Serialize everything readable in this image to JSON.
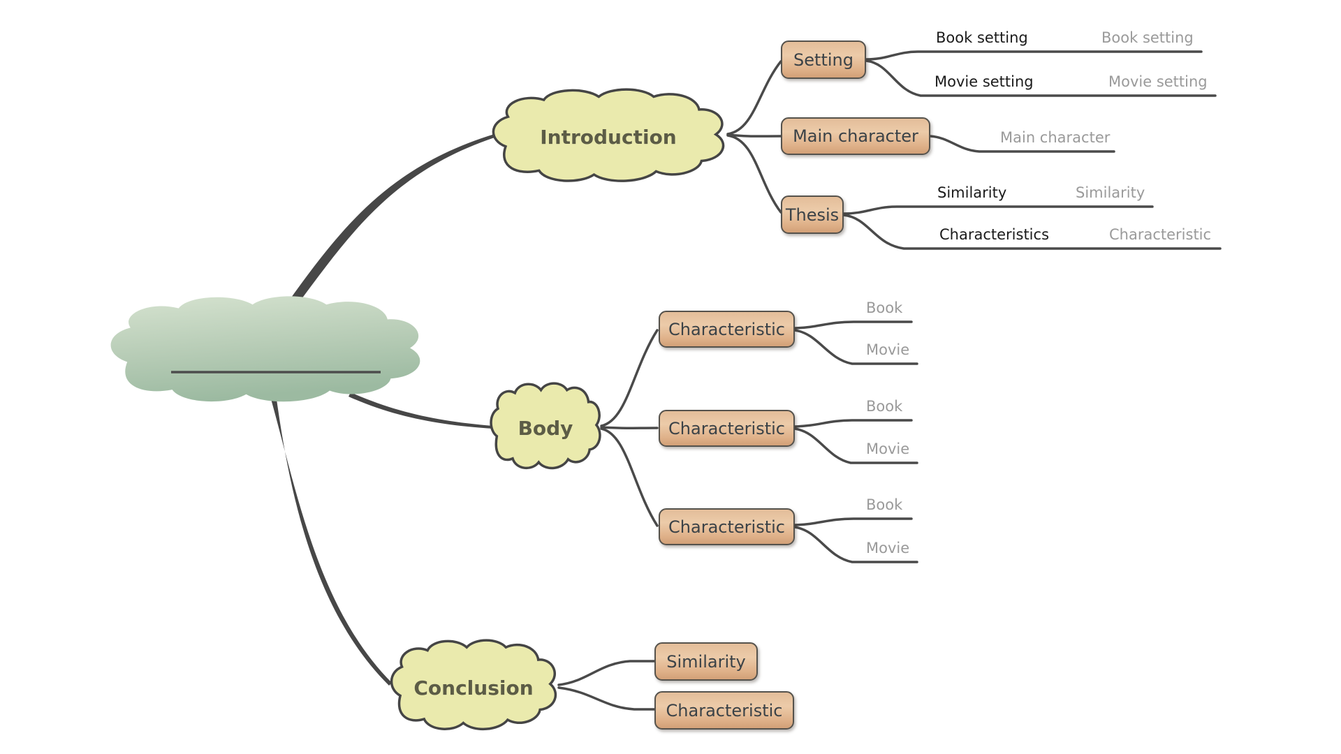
{
  "app": {
    "type": "mind-map-essay-outline"
  },
  "colors": {
    "background": "#ffffff",
    "root_cloud_top": "#d3e2cd",
    "root_cloud_bottom": "#9cbaa1",
    "branch_cloud_fill": "#eaeaad",
    "cloud_border": "#454545",
    "node_fill_light": "#eccba9",
    "node_fill_dark": "#d2a077",
    "node_border": "#55524c",
    "node_text": "#3b4247",
    "cloud_text": "#5c5c46",
    "connector": "#4a4a4a",
    "label_dark": "#1b1b1b",
    "label_gray": "#9a9a9a"
  },
  "root": {
    "label": ""
  },
  "introduction": {
    "label": "Introduction",
    "setting": {
      "label": "Setting",
      "book": {
        "label": "Book setting",
        "child": "Book setting"
      },
      "movie": {
        "label": "Movie setting",
        "child": "Movie setting"
      }
    },
    "main_character": {
      "label": "Main character",
      "child": "Main character"
    },
    "thesis": {
      "label": "Thesis",
      "similarity": {
        "label": "Similarity",
        "child": "Similarity"
      },
      "characteristics": {
        "label": "Characteristics",
        "child": "Characteristic"
      }
    }
  },
  "body_branch": {
    "label": "Body",
    "characteristics": [
      {
        "label": "Characteristic",
        "book": "Book",
        "movie": "Movie"
      },
      {
        "label": "Characteristic",
        "book": "Book",
        "movie": "Movie"
      },
      {
        "label": "Characteristic",
        "book": "Book",
        "movie": "Movie"
      }
    ]
  },
  "conclusion": {
    "label": "Conclusion",
    "similarity": {
      "label": "Similarity"
    },
    "characteristic": {
      "label": "Characteristic"
    }
  }
}
